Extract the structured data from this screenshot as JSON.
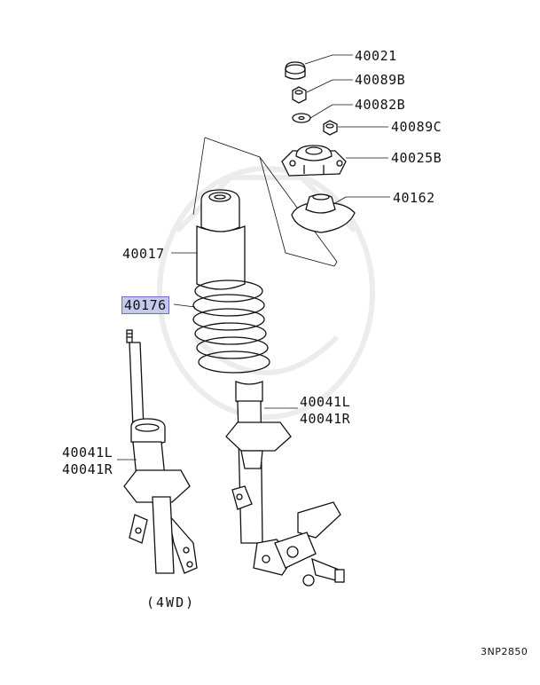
{
  "diagram": {
    "callouts": [
      {
        "id": "p40021",
        "number": "40021",
        "highlighted": false
      },
      {
        "id": "p40089b",
        "number": "40089B",
        "highlighted": false
      },
      {
        "id": "p40082b",
        "number": "40082B",
        "highlighted": false
      },
      {
        "id": "p40089c",
        "number": "40089C",
        "highlighted": false
      },
      {
        "id": "p40025b",
        "number": "40025B",
        "highlighted": false
      },
      {
        "id": "p40162",
        "number": "40162",
        "highlighted": false
      },
      {
        "id": "p40017",
        "number": "40017",
        "highlighted": false
      },
      {
        "id": "p40176",
        "number": "40176",
        "highlighted": true
      },
      {
        "id": "p40041l_right",
        "number": "40041L",
        "highlighted": false
      },
      {
        "id": "p40041r_right",
        "number": "40041R",
        "highlighted": false
      },
      {
        "id": "p40041l_left",
        "number": "40041L",
        "highlighted": false
      },
      {
        "id": "p40041r_left",
        "number": "40041R",
        "highlighted": false
      }
    ],
    "caption_4wd": "(4WD)",
    "drawing_code": "3NP2850",
    "highlight_color": "#c7c9ec",
    "highlight_border": "#6a6fc4",
    "line_color": "#111111"
  }
}
